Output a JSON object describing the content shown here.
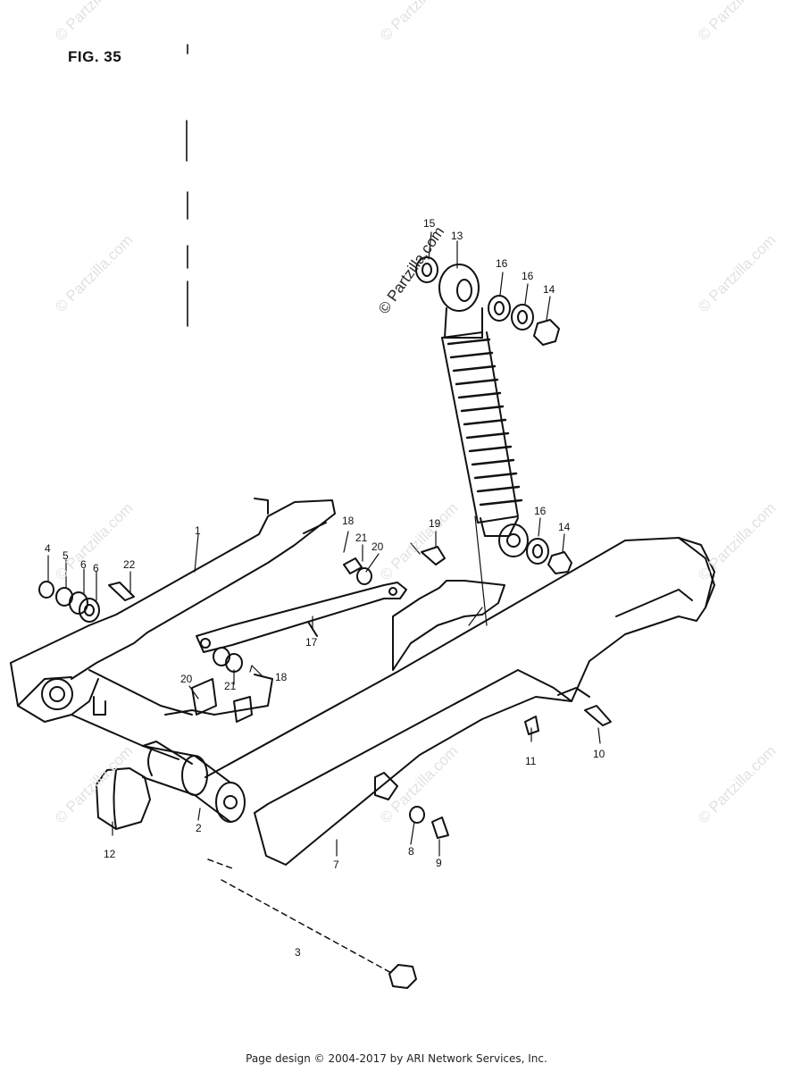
{
  "figure": {
    "label": "FIG. 35"
  },
  "watermark": {
    "text": "© Partzilla.com"
  },
  "callouts": [
    {
      "id": "c4",
      "text": "4"
    },
    {
      "id": "c5",
      "text": "5"
    },
    {
      "id": "c6a",
      "text": "6"
    },
    {
      "id": "c6b",
      "text": "6"
    },
    {
      "id": "c22",
      "text": "22"
    },
    {
      "id": "c1",
      "text": "1"
    },
    {
      "id": "c18a",
      "text": "18"
    },
    {
      "id": "c21a",
      "text": "21"
    },
    {
      "id": "c20a",
      "text": "20"
    },
    {
      "id": "c19",
      "text": "19"
    },
    {
      "id": "c17",
      "text": "17"
    },
    {
      "id": "c20b",
      "text": "20"
    },
    {
      "id": "c21b",
      "text": "21"
    },
    {
      "id": "c18b",
      "text": "18"
    },
    {
      "id": "c15",
      "text": "15"
    },
    {
      "id": "c13",
      "text": "13"
    },
    {
      "id": "c16a",
      "text": "16"
    },
    {
      "id": "c16b",
      "text": "16"
    },
    {
      "id": "c14a",
      "text": "14"
    },
    {
      "id": "c16c",
      "text": "16"
    },
    {
      "id": "c14b",
      "text": "14"
    },
    {
      "id": "c11",
      "text": "11"
    },
    {
      "id": "c10",
      "text": "10"
    },
    {
      "id": "c12",
      "text": "12"
    },
    {
      "id": "c2",
      "text": "2"
    },
    {
      "id": "c7",
      "text": "7"
    },
    {
      "id": "c8",
      "text": "8"
    },
    {
      "id": "c9",
      "text": "9"
    },
    {
      "id": "c3",
      "text": "3"
    }
  ],
  "footer": {
    "text": "Page design © 2004-2017 by ARI Network Services, Inc."
  }
}
